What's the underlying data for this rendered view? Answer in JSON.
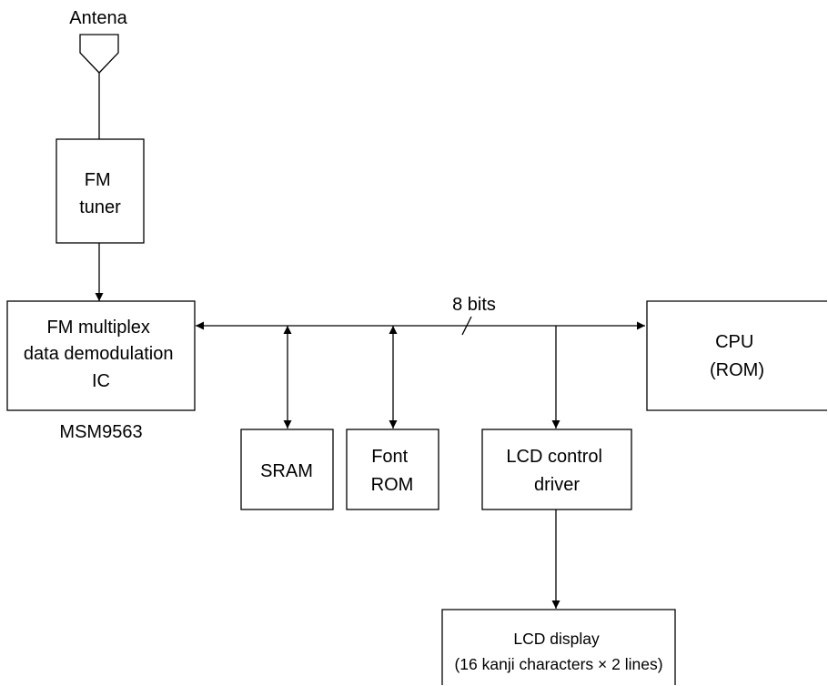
{
  "antenna": {
    "label": "Antena"
  },
  "blocks": {
    "fm_tuner": {
      "lines": [
        "FM",
        "tuner"
      ]
    },
    "demodulator": {
      "lines": [
        "FM multiplex",
        "data demodulation",
        "IC"
      ],
      "part_number": "MSM9563"
    },
    "cpu": {
      "lines": [
        "CPU",
        "(ROM)"
      ]
    },
    "sram": {
      "lines": [
        "SRAM"
      ]
    },
    "font_rom": {
      "lines": [
        "Font",
        "ROM"
      ]
    },
    "lcd_driver": {
      "lines": [
        "LCD control",
        "driver"
      ]
    },
    "lcd_display": {
      "lines": [
        "LCD display",
        "(16 kanji characters × 2 lines)"
      ]
    }
  },
  "bus": {
    "label": "8 bits"
  },
  "colors": {
    "line": "#000000",
    "background": "#ffffff"
  }
}
